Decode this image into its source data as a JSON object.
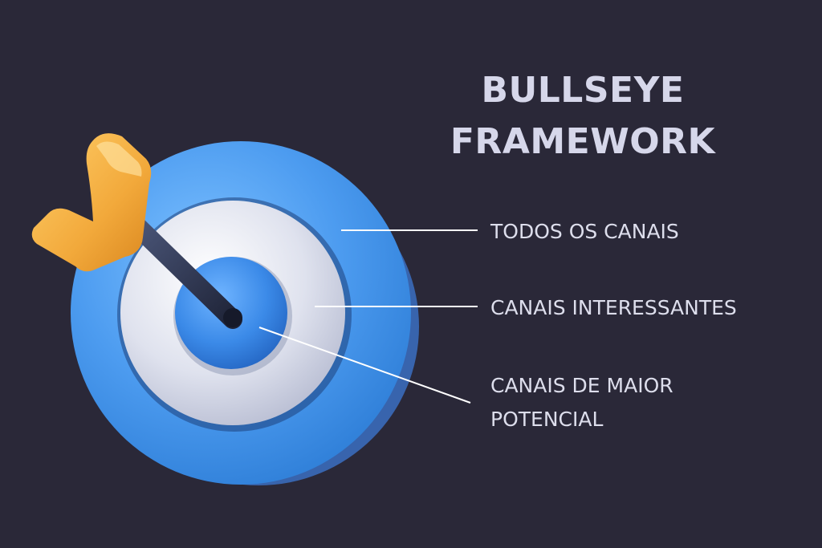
{
  "title": {
    "line1": "BULLSEYE",
    "line2": "FRAMEWORK"
  },
  "labels": {
    "all_channels": "TODOS OS CANAIS",
    "interesting_channels": "CANAIS INTERESSANTES",
    "high_potential_line1": "CANAIS DE MAIOR",
    "high_potential_line2": "POTENCIAL"
  },
  "colors": {
    "background": "#2a2838",
    "outer_ring": "#4d9cf0",
    "middle_ring": "#dfe2ee",
    "center": "#3b8ae8",
    "arrow_shaft": "#2d3550",
    "arrow_fletching": "#f2a93b",
    "text": "#d6d7ea",
    "leader_lines": "#ffffff"
  }
}
